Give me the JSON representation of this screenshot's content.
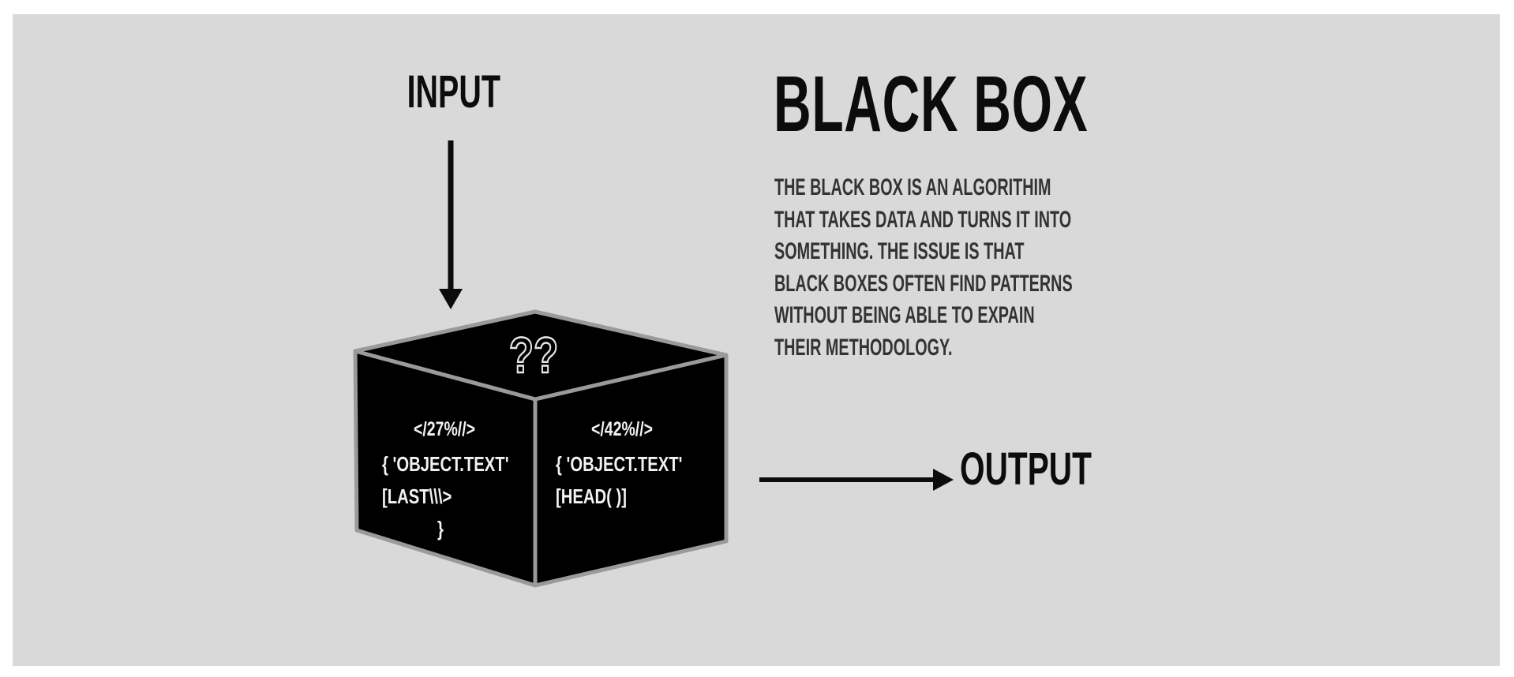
{
  "input_label": "INPUT",
  "output_label": "OUTPUT",
  "title": "BLACK BOX",
  "description": "THE BLACK BOX IS AN ALGORITHIM\nTHAT TAKES DATA AND TURNS IT INTO\nSOMETHING. THE ISSUE IS THAT\nBLACK BOXES OFTEN FIND PATTERNS\nWITHOUT BEING ABLE TO EXPAIN\nTHEIR METHODOLOGY.",
  "box": {
    "top_text": "??",
    "left_face": {
      "line1": "</27%//>",
      "line2": "{ 'OBJECT.TEXT'",
      "line3": "[LAST\\\\\\>",
      "line4": "}"
    },
    "right_face": {
      "line1": "</42%//>",
      "line2": "{ 'OBJECT.TEXT'",
      "line3": "[HEAD( )]"
    }
  },
  "colors": {
    "background": "#d8d9d8",
    "box_fill": "#000000",
    "box_edge": "#9a9a9a",
    "ink": "#0c0c0c"
  }
}
